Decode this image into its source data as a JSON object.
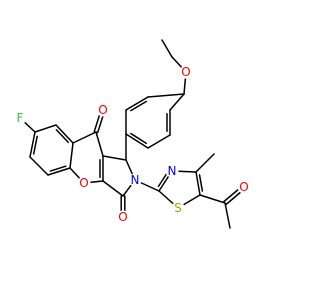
{
  "colors": {
    "bond": "#000000",
    "O": "#ff0000",
    "N": "#0000ff",
    "S": "#b39b00",
    "F": "#33cc33",
    "background": "#ffffff"
  },
  "atoms": {
    "o_ether": "O",
    "o_ketone_top": "O",
    "o_pyran": "O",
    "o_lactam": "O",
    "o_acetyl": "O",
    "f": "F",
    "n_thiazole": "N",
    "n_pyrrole": "N",
    "s_thiazole": "S"
  }
}
